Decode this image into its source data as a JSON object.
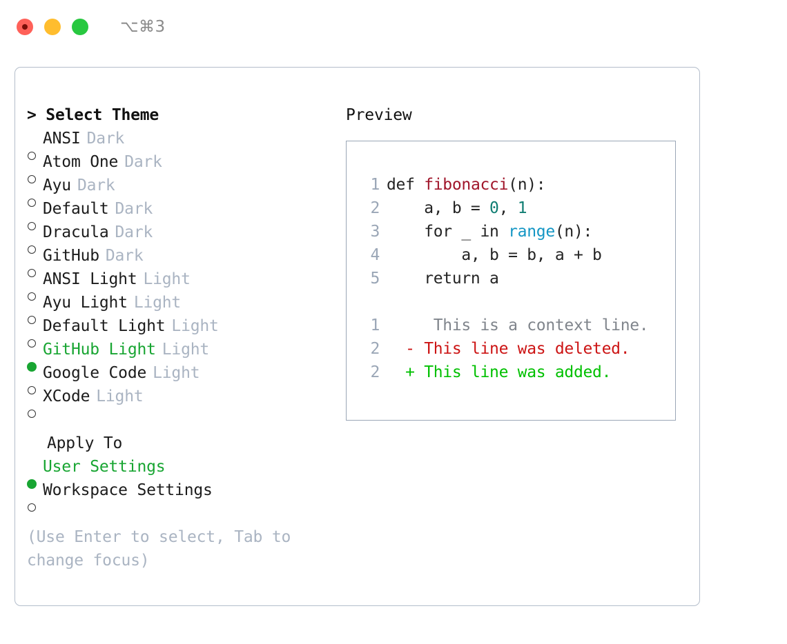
{
  "titlebar": {
    "traffic_lights": [
      {
        "name": "close",
        "color": "#ff6159"
      },
      {
        "name": "minimize",
        "color": "#ffbd2e"
      },
      {
        "name": "maximize",
        "color": "#28c840"
      }
    ],
    "shortcut": "⌥⌘3"
  },
  "theme_list": {
    "header": "> Select Theme",
    "items": [
      {
        "bullet": "○",
        "name": "ANSI",
        "kind": "Dark",
        "selected": false
      },
      {
        "bullet": "○",
        "name": "Atom One",
        "kind": "Dark",
        "selected": false
      },
      {
        "bullet": "○",
        "name": "Ayu",
        "kind": "Dark",
        "selected": false
      },
      {
        "bullet": "○",
        "name": "Default",
        "kind": "Dark",
        "selected": false
      },
      {
        "bullet": "○",
        "name": "Dracula",
        "kind": "Dark",
        "selected": false
      },
      {
        "bullet": "○",
        "name": "GitHub",
        "kind": "Dark",
        "selected": false
      },
      {
        "bullet": "○",
        "name": "ANSI Light",
        "kind": "Light",
        "selected": false
      },
      {
        "bullet": "○",
        "name": "Ayu Light",
        "kind": "Light",
        "selected": false
      },
      {
        "bullet": "○",
        "name": "Default Light",
        "kind": "Light",
        "selected": false
      },
      {
        "bullet": "●",
        "name": "GitHub Light",
        "kind": "Light",
        "selected": true
      },
      {
        "bullet": "○",
        "name": "Google Code",
        "kind": "Light",
        "selected": false
      },
      {
        "bullet": "○",
        "name": "XCode",
        "kind": "Light",
        "selected": false
      }
    ]
  },
  "apply_to": {
    "header": "Apply To",
    "items": [
      {
        "bullet": "●",
        "name": "User Settings",
        "selected": true
      },
      {
        "bullet": "○",
        "name": "Workspace Settings",
        "selected": false
      }
    ]
  },
  "hint": "(Use Enter to select, Tab to change focus)",
  "preview": {
    "title": "Preview",
    "code_lines": [
      {
        "num": "1",
        "segments": [
          {
            "text": "def ",
            "tok": "plain"
          },
          {
            "text": "fibonacci",
            "tok": "func"
          },
          {
            "text": "(n):",
            "tok": "plain"
          }
        ]
      },
      {
        "num": "2",
        "segments": [
          {
            "text": "    a, b = ",
            "tok": "plain"
          },
          {
            "text": "0",
            "tok": "num"
          },
          {
            "text": ", ",
            "tok": "plain"
          },
          {
            "text": "1",
            "tok": "num"
          }
        ]
      },
      {
        "num": "3",
        "segments": [
          {
            "text": "    for _ in ",
            "tok": "plain"
          },
          {
            "text": "range",
            "tok": "call"
          },
          {
            "text": "(n):",
            "tok": "plain"
          }
        ]
      },
      {
        "num": "4",
        "segments": [
          {
            "text": "        a, b = b, a + b",
            "tok": "plain"
          }
        ]
      },
      {
        "num": "5",
        "segments": [
          {
            "text": "    return a",
            "tok": "plain"
          }
        ]
      }
    ],
    "diff_lines": [
      {
        "num": "1",
        "marker": " ",
        "text": "  This is a context line.",
        "kind": "context"
      },
      {
        "num": "2",
        "marker": "-",
        "text": " This line was deleted.",
        "kind": "deleted"
      },
      {
        "num": "2",
        "marker": "+",
        "text": " This line was added.",
        "kind": "added"
      }
    ]
  },
  "colors": {
    "accent_green": "#18a532",
    "muted": "#aab4c2",
    "panel_border": "#b3bdca",
    "code_border": "#9aa6b6",
    "func": "#a0152a",
    "number": "#0f7d72",
    "call": "#1496c4",
    "diff_add": "#00c000",
    "diff_del": "#cc1414",
    "diff_ctx": "#80858c"
  }
}
